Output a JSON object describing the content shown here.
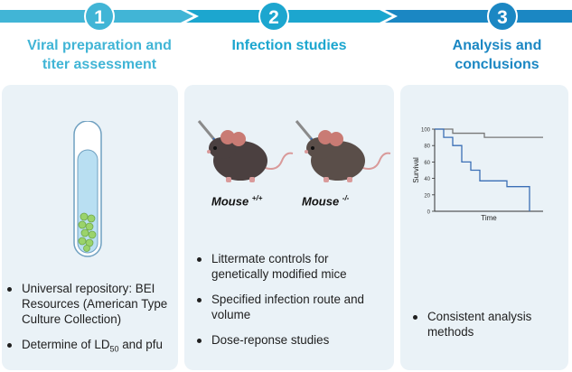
{
  "colors": {
    "step1": "#41b5d6",
    "step2": "#1ca6cf",
    "step3": "#1b87c3",
    "panel": "#eaf2f7",
    "title": "#2da0d0"
  },
  "steps": [
    {
      "number": "1",
      "title_line1": "Viral preparation and",
      "title_line2": "titer assessment"
    },
    {
      "number": "2",
      "title_line1": "Infection studies",
      "title_line2": ""
    },
    {
      "number": "3",
      "title_line1": "Analysis and",
      "title_line2": "conclusions"
    }
  ],
  "panel1": {
    "bullets": [
      "Universal repository: BEI Resources (American Type Culture Collection)",
      "Determine of LD",
      "50",
      " and pfu"
    ]
  },
  "panel2": {
    "mouse1_label": "Mouse",
    "mouse1_sup": "+/+",
    "mouse2_label": "Mouse",
    "mouse2_sup": "-/-",
    "bullets": [
      "Littermate controls for genetically modified mice",
      "Specified infection route and volume",
      "Dose-reponse studies"
    ]
  },
  "panel3": {
    "bullets": [
      "Consistent analysis methods"
    ]
  },
  "chart_data": {
    "type": "line",
    "xlabel": "Time",
    "ylabel": "Survival",
    "ylim": [
      0,
      100
    ],
    "yticks": [
      "0",
      "20",
      "40",
      "60",
      "80",
      "100"
    ],
    "series": [
      {
        "x": [
          0,
          2,
          5.5,
          12
        ],
        "y": [
          100,
          95,
          90,
          90
        ],
        "color": "#777777"
      },
      {
        "x": [
          0,
          1,
          2,
          3,
          4,
          5,
          6,
          8,
          10,
          10.5
        ],
        "y": [
          100,
          90,
          80,
          60,
          50,
          37,
          37,
          30,
          30,
          0
        ],
        "color": "#3b6fb6"
      }
    ]
  }
}
